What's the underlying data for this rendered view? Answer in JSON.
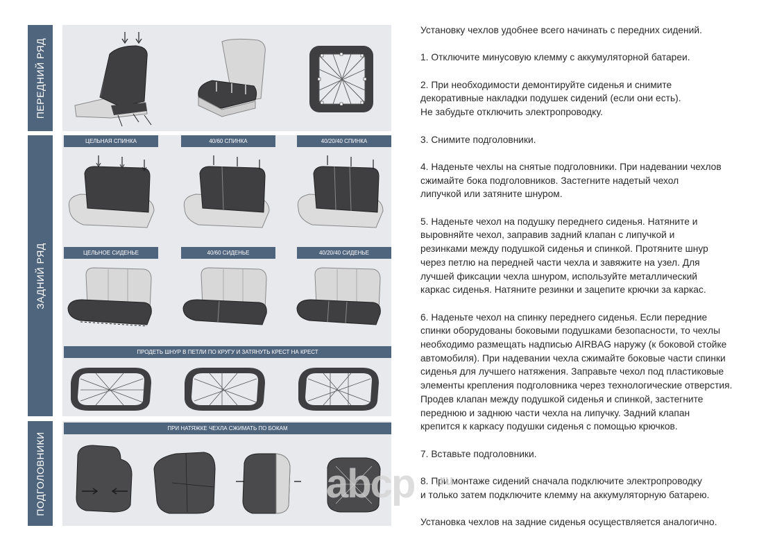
{
  "side_labels": {
    "front": "ПЕРЕДНИЙ РЯД",
    "rear": "ЗАДНИЙ РЯД",
    "headrests": "ПОДГОЛОВНИКИ"
  },
  "captions": {
    "solid_back": "ЦЕЛЬНАЯ СПИНКА",
    "back_40_60": "40/60 СПИНКА",
    "back_40_20_40": "40/20/40 СПИНКА",
    "solid_seat": "ЦЕЛЬНОЕ СИДЕНЬЕ",
    "seat_40_60": "40/60 СИДЕНЬЕ",
    "seat_40_20_40": "40/20/40 СИДЕНЬЕ",
    "cord": "ПРОДЕТЬ ШНУР В ПЕТЛИ ПО КРУГУ И ЗАТЯНУТЬ КРЕСТ НА КРЕСТ",
    "headrest_tip": "ПРИ НАТЯЖКЕ ЧЕХЛА СЖИМАТЬ ПО БОКАМ"
  },
  "instructions": {
    "intro": "Установку чехлов удобнее всего начинать с передних сидений.",
    "steps": [
      [
        "1. Отключите минусовую клемму с аккумуляторной батареи."
      ],
      [
        "2. При необходимости демонтируйте сиденья и снимите",
        "декоративные накладки подушек сидений (если они есть).",
        "Не забудьте отключить электропроводку."
      ],
      [
        "3. Снимите подголовники."
      ],
      [
        "4. Наденьте чехлы на снятые подголовники. При надевании чехлов",
        "сжимайте бока подголовников. Застегните надетый чехол",
        "липучкой или затяните шнуром."
      ],
      [
        "5. Наденьте чехол на подушку переднего сиденья. Натяните и",
        "выровняйте чехол, заправив задний клапан с липучкой и",
        "резинками между подушкой сиденья и спинкой. Протяните шнур",
        "через петлю на передней части чехла и завяжите на узел. Для",
        "лучшей фиксации чехла шнуром, используйте металлический",
        "каркас сиденья. Натяните резинки и зацепите крючки за каркас."
      ],
      [
        "6. Наденьте чехол на спинку переднего сиденья. Если передние",
        "спинки оборудованы боковыми подушками безопасности, то чехлы",
        "необходимо размещать надписью AIRBAG наружу (к боковой стойке",
        "автомобиля). При надевании чехла сжимайте боковые части спинки",
        "сиденья для лучшего натяжения. Заправьте чехол под пластиковые",
        "элементы крепления подголовника через технологические отверстия.",
        "Продев клапан между подушкой сиденья и спинкой, застегните",
        "переднюю и заднюю части чехла на липучку. Задний клапан",
        "крепится к каркасу подушки сиденья с помощью крючков."
      ],
      [
        "7. Вставьте подголовники."
      ],
      [
        "8. При монтаже сидений сначала подключите электропроводку",
        "и только затем подключите клемму на аккумуляторную батарею."
      ]
    ],
    "outro": "Установка чехлов на задние сиденья осуществляется аналогично."
  },
  "watermark": {
    "brand": "abcp",
    "tld": ".ru"
  },
  "colors": {
    "band": "#4f647d",
    "panel": "#e7e9ed",
    "dark": "#3f3f42",
    "light": "#d8d8d8"
  }
}
